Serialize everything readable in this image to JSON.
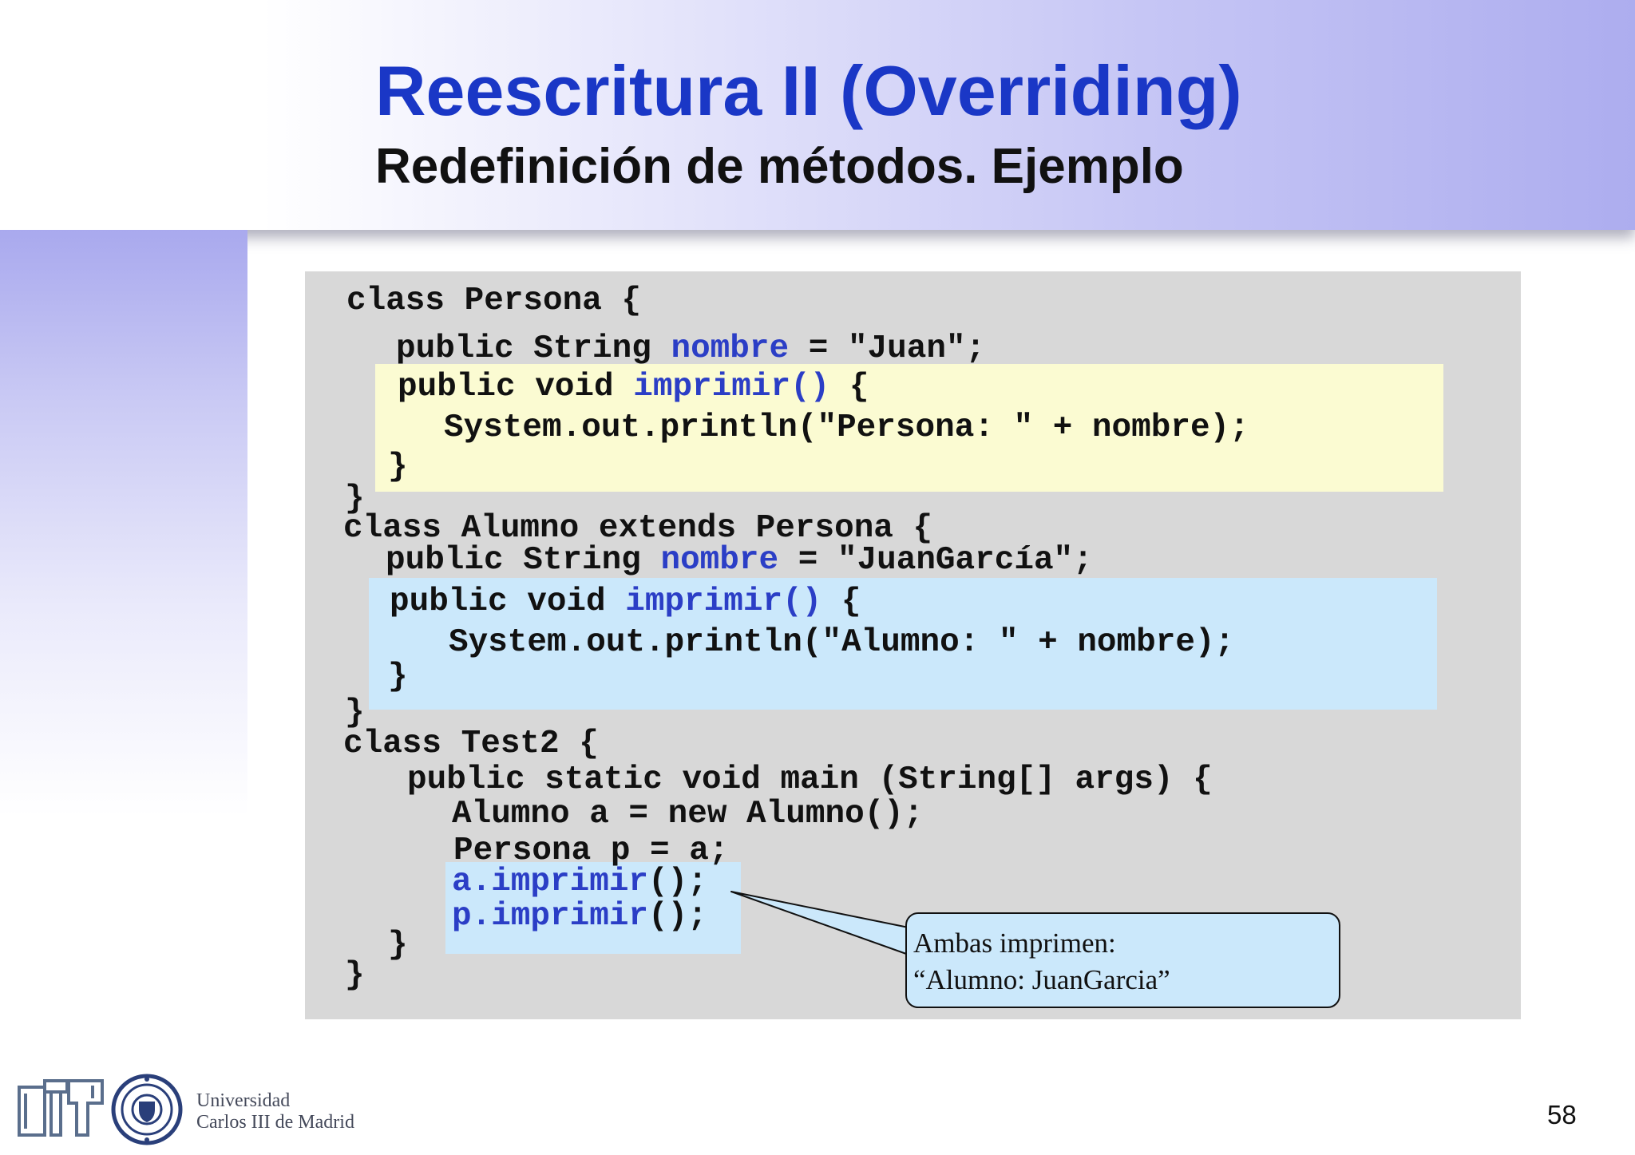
{
  "slide": {
    "title": "Reescritura II (Overriding)",
    "subtitle": "Redefinición de métodos. Ejemplo",
    "page_number": "58"
  },
  "code": {
    "persona_class": "class Persona {",
    "persona_field_a": "public String ",
    "persona_field_b": "nombre",
    "persona_field_c": " = \"Juan\";",
    "persona_method_a": "public void ",
    "persona_method_b": "imprimir()",
    "persona_method_c": " {",
    "persona_println": "System.out.println(\"Persona: \" + nombre);",
    "persona_method_close": "}",
    "persona_class_close": "}",
    "alumno_class": "class Alumno extends Persona {",
    "alumno_field_a": "public String ",
    "alumno_field_b": "nombre",
    "alumno_field_c": " = \"JuanGarcía\";",
    "alumno_method_a": "public void ",
    "alumno_method_b": "imprimir()",
    "alumno_method_c": " {",
    "alumno_println": "System.out.println(\"Alumno: \" + nombre);",
    "alumno_method_close": "}",
    "alumno_class_close": "}",
    "test_class": "class Test2 {",
    "main_signature": "public static void main (String[] args) {",
    "new_alumno": "Alumno a = new Alumno();",
    "persona_assign": "Persona p = a;",
    "call_a_kw": "a.imprimir",
    "call_a_rest": "();",
    "call_p_kw": "p.imprimir",
    "call_p_rest": "();",
    "main_close": "}",
    "test_close": "}"
  },
  "callout": {
    "line1": "Ambas imprimen:",
    "line2": "“Alumno: JuanGarcia”"
  },
  "footer": {
    "university_line1": "Universidad",
    "university_line2": "Carlos III de Madrid"
  },
  "colors": {
    "title": "#1a37c6",
    "keyword_highlight": "#2b3ec6",
    "yellow_box": "#fbfbd2",
    "blue_box": "#cbe8fb",
    "code_panel": "#d8d8d8"
  }
}
